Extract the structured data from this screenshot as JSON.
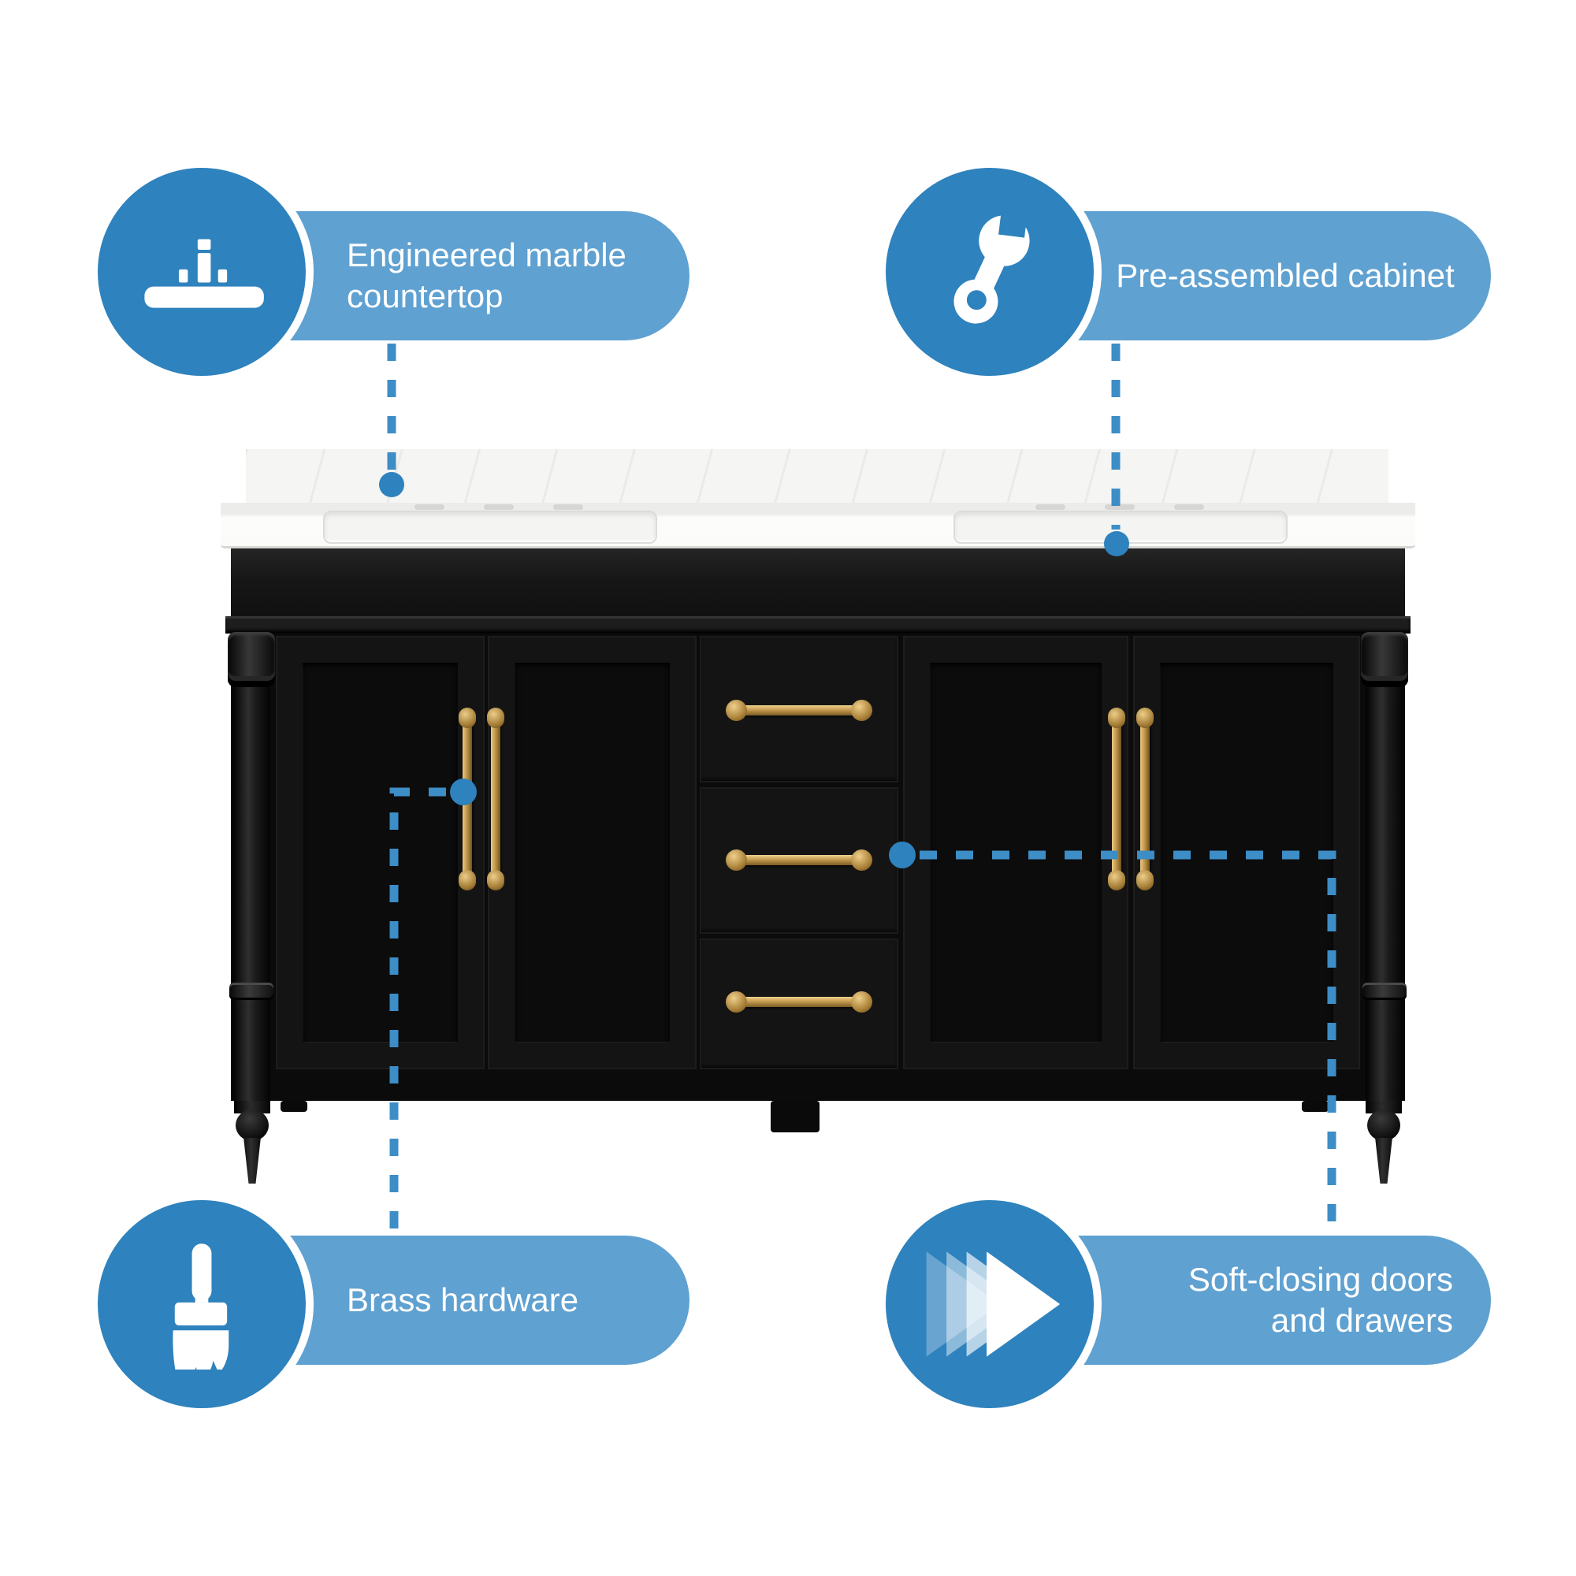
{
  "colors": {
    "accent_blue": "#2e82bd",
    "pill_blue": "#5fa1d1",
    "dash_blue": "#3d8dc6",
    "cabinet_black": "#131313",
    "countertop_white": "#f5f5f3",
    "brass": "#c59c50",
    "text_white": "#ffffff"
  },
  "callouts": {
    "top_left": {
      "lines": [
        "Engineered marble",
        "countertop"
      ],
      "icon": "countertop-icon"
    },
    "top_right": {
      "lines": [
        "Pre-assembled cabinet"
      ],
      "icon": "wrench-icon"
    },
    "bottom_left": {
      "lines": [
        "Brass hardware"
      ],
      "icon": "brush-icon"
    },
    "bottom_right": {
      "lines": [
        "Soft-closing doors",
        "and drawers"
      ],
      "icon": "soft-close-icon"
    }
  }
}
